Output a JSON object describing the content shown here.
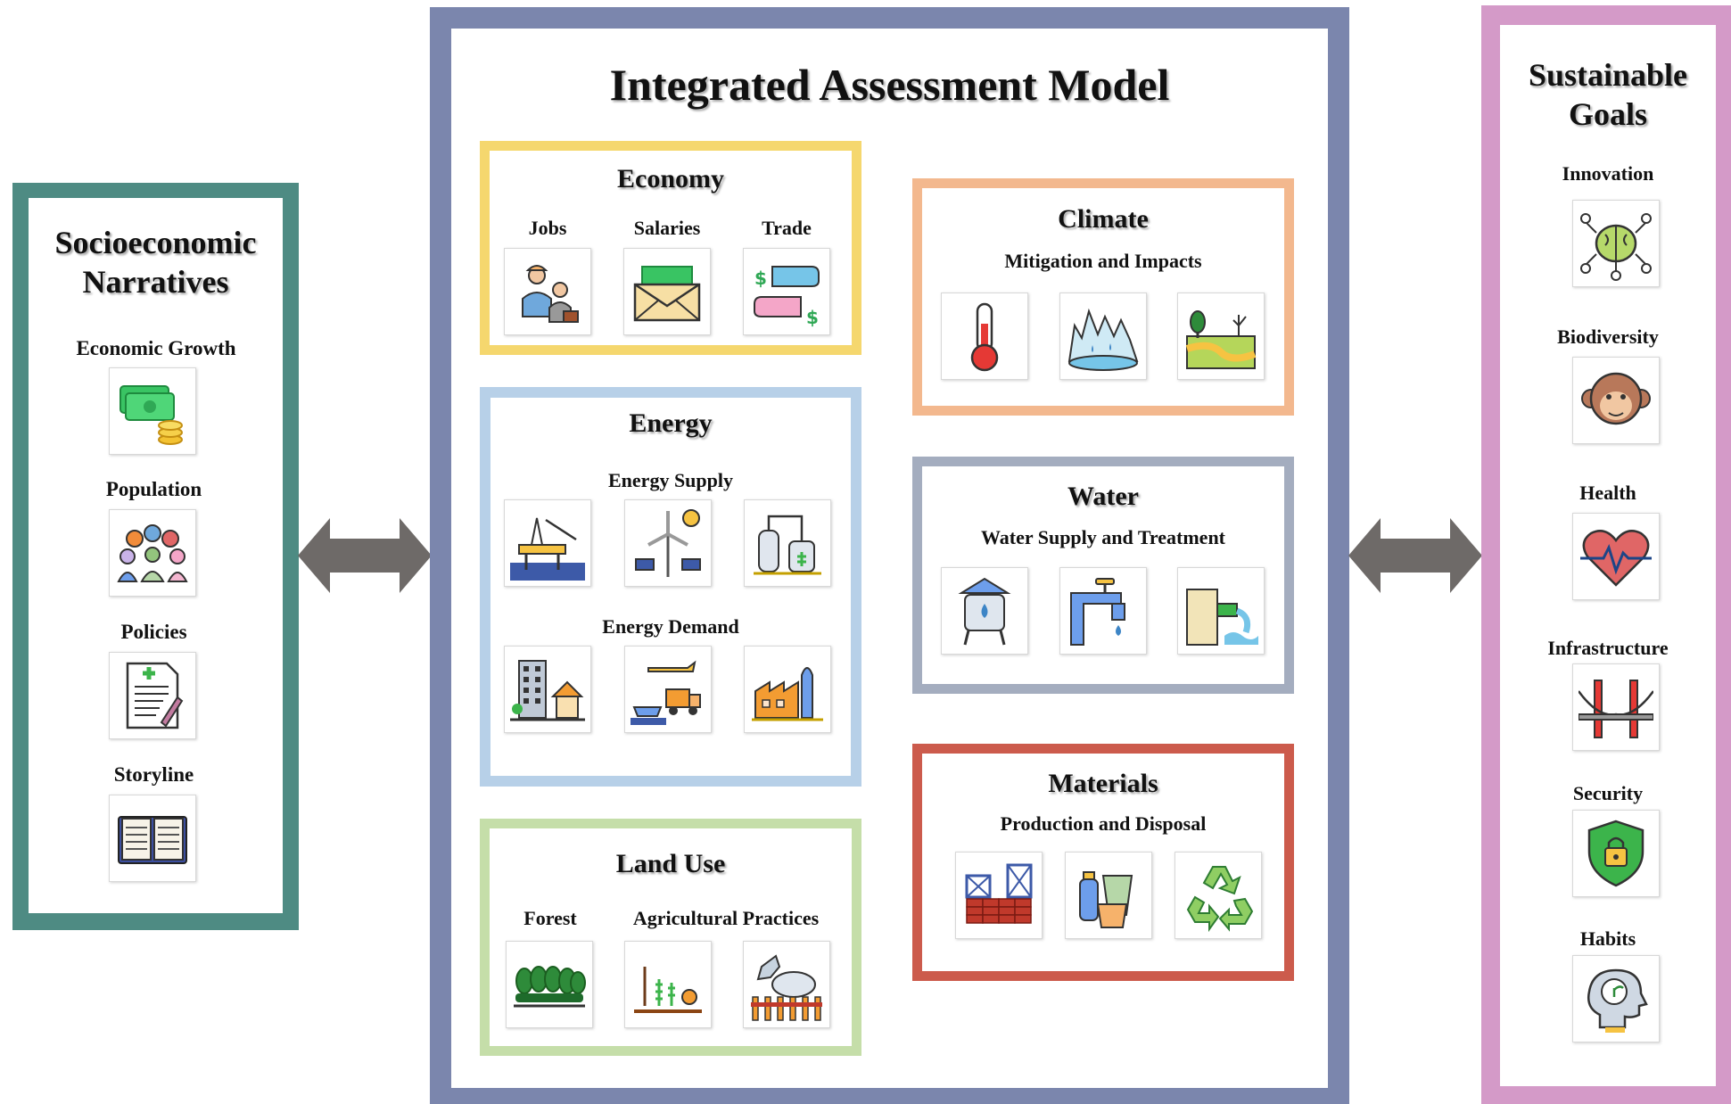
{
  "colors": {
    "left_frame": "#4e8b83",
    "center_frame": "#7b86ad",
    "right_frame": "#d49ac8",
    "economy": "#f5d76e",
    "energy": "#b7d0e8",
    "land_use": "#c5dea9",
    "climate": "#f3b88e",
    "water": "#a4adbf",
    "materials": "#cc5b4c",
    "arrow": "#6e6a68"
  },
  "left": {
    "title": "Socioeconomic Narratives",
    "items": [
      {
        "label": "Economic Growth",
        "icon": "money-coins-icon"
      },
      {
        "label": "Population",
        "icon": "people-group-icon"
      },
      {
        "label": "Policies",
        "icon": "policy-document-icon"
      },
      {
        "label": "Storyline",
        "icon": "open-book-icon"
      }
    ]
  },
  "center": {
    "title": "Integrated Assessment Model",
    "economy": {
      "title": "Economy",
      "items": [
        {
          "label": "Jobs",
          "icon": "workers-icon"
        },
        {
          "label": "Salaries",
          "icon": "salary-envelope-icon"
        },
        {
          "label": "Trade",
          "icon": "trade-hands-icon"
        }
      ]
    },
    "energy": {
      "title": "Energy",
      "supply_label": "Energy Supply",
      "demand_label": "Energy Demand",
      "supply_icons": [
        "oil-platform-icon",
        "wind-solar-icon",
        "refinery-icon"
      ],
      "demand_icons": [
        "city-buildings-icon",
        "transport-icon",
        "factory-icon"
      ]
    },
    "land_use": {
      "title": "Land Use",
      "forest_label": "Forest",
      "agri_label": "Agricultural Practices",
      "icons": [
        "forest-trees-icon",
        "crops-icon",
        "livestock-icon"
      ]
    },
    "climate": {
      "title": "Climate",
      "subtitle": "Mitigation and Impacts",
      "icons": [
        "thermometer-icon",
        "melting-ice-icon",
        "drought-land-icon"
      ]
    },
    "water": {
      "title": "Water",
      "subtitle": "Water Supply and Treatment",
      "icons": [
        "water-tank-icon",
        "faucet-icon",
        "wastewater-pipe-icon"
      ]
    },
    "materials": {
      "title": "Materials",
      "subtitle": "Production and Disposal",
      "icons": [
        "construction-bricks-icon",
        "plastic-products-icon",
        "recycle-icon"
      ]
    }
  },
  "right": {
    "title": "Sustainable Goals",
    "items": [
      {
        "label": "Innovation",
        "icon": "brain-network-icon"
      },
      {
        "label": "Biodiversity",
        "icon": "monkey-face-icon"
      },
      {
        "label": "Health",
        "icon": "heart-pulse-icon"
      },
      {
        "label": "Infrastructure",
        "icon": "bridge-icon"
      },
      {
        "label": "Security",
        "icon": "shield-lock-icon"
      },
      {
        "label": "Habits",
        "icon": "head-mind-icon"
      }
    ]
  }
}
